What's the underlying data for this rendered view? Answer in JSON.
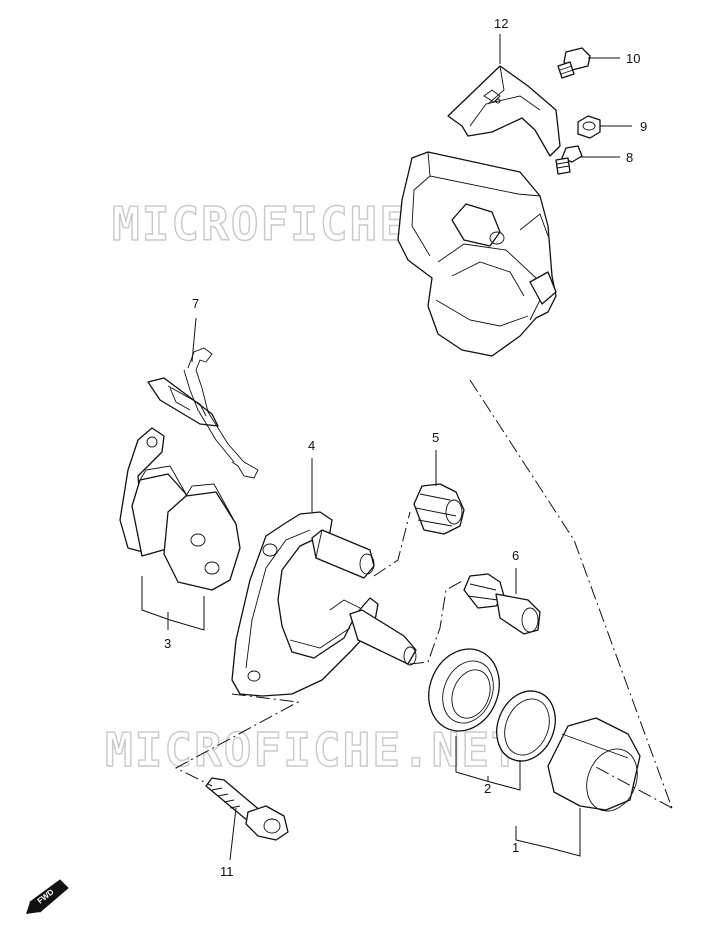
{
  "watermark": {
    "top": "MICROFICHE.NET",
    "bottom": "MICROFICHE.NET"
  },
  "callouts": [
    "1",
    "2",
    "3",
    "4",
    "5",
    "6",
    "7",
    "8",
    "9",
    "10",
    "11",
    "12"
  ],
  "fwd_badge": {
    "label": "FWD"
  }
}
